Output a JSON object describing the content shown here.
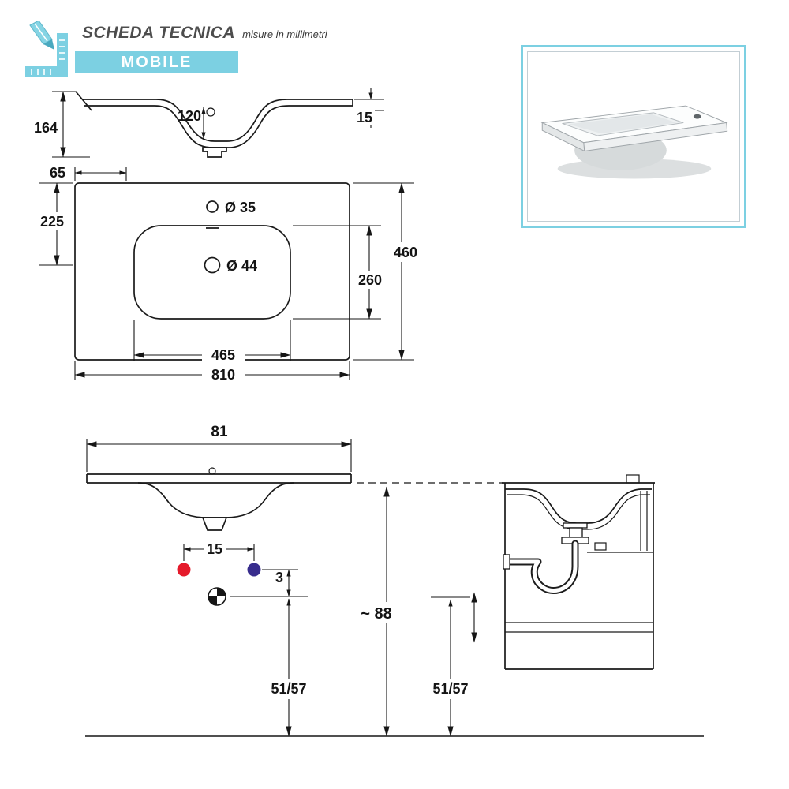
{
  "header": {
    "title": "SCHEDA TECNICA",
    "subtitle": "misure in millimetri",
    "banner": "MOBILE"
  },
  "side_profile": {
    "total_height": "164",
    "basin_depth": "120",
    "edge_thickness": "15"
  },
  "top_view": {
    "left_offset": "65",
    "back_to_drain": "225",
    "tap_hole": "Ø 35",
    "drain_hole": "Ø 44",
    "total_depth": "460",
    "basin_depth": "260",
    "basin_width": "465",
    "total_width": "810"
  },
  "front_view": {
    "total_width": "81",
    "supply_spacing": "15",
    "supply_drain_offset": "3",
    "total_height": "~ 88",
    "floor_clearance": "51/57"
  },
  "section_view": {
    "floor_clearance": "51/57"
  },
  "colors": {
    "accent": "#7cd0e2",
    "line": "#1a1a1a",
    "hot_water": "#e51a2b",
    "cold_water": "#382d8d"
  }
}
